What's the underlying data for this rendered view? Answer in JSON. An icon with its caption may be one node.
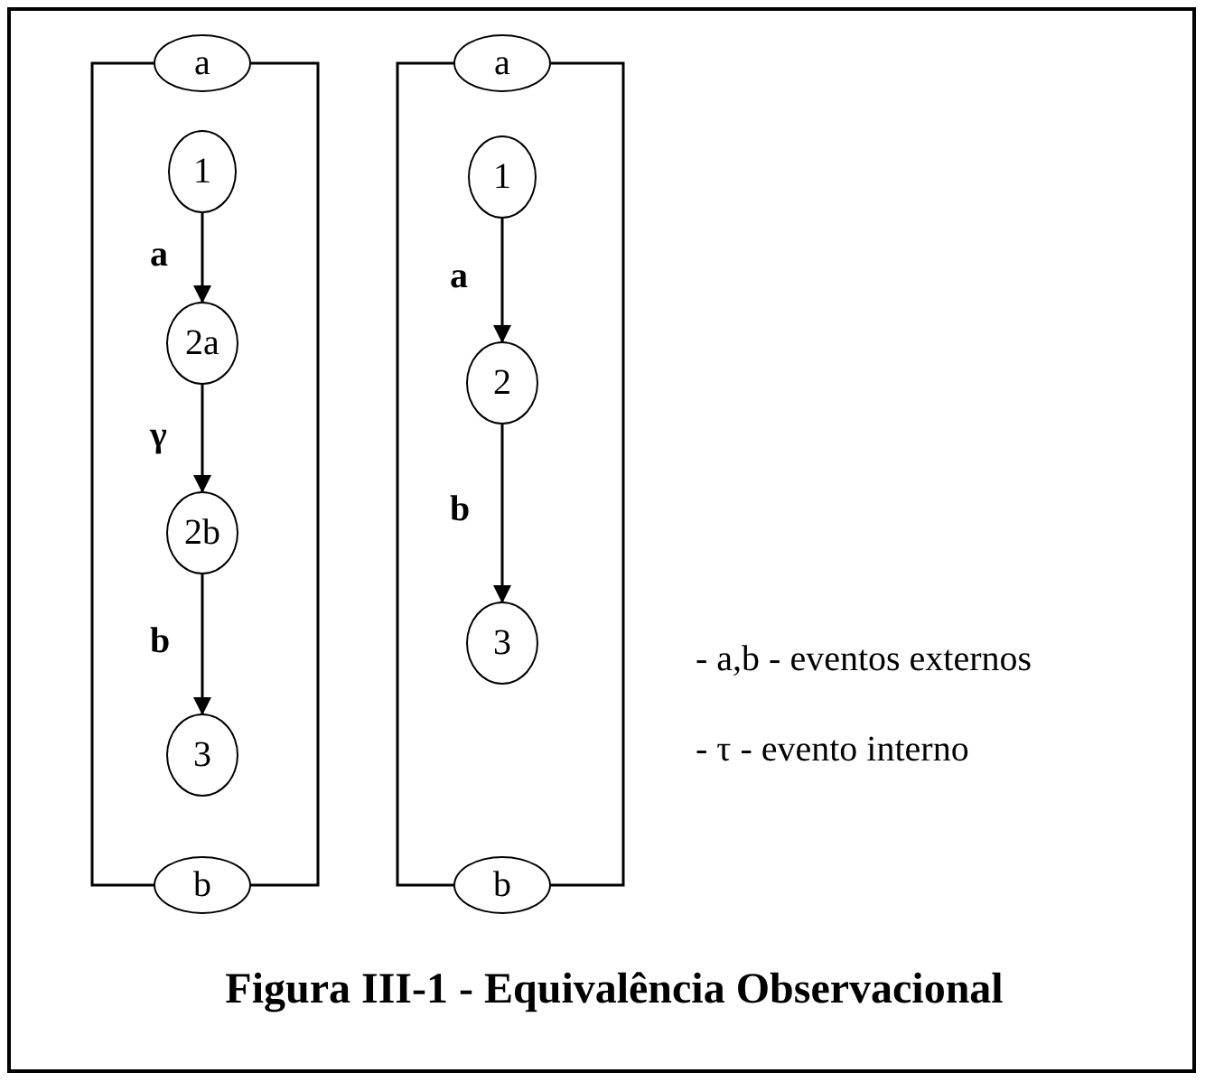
{
  "diagram": {
    "caption": "Figura III-1 - Equivalência Observacional",
    "nodes": [
      {
        "text": [
          "a"
        ]
      },
      {
        "text": [
          "1"
        ]
      },
      {
        "text": [
          "2a"
        ]
      },
      {
        "text": [
          "2b"
        ]
      },
      {
        "text": [
          "3"
        ]
      },
      {
        "text": [
          "b"
        ]
      },
      {
        "text": [
          "a"
        ]
      },
      {
        "text": [
          "1"
        ]
      },
      {
        "text": [
          "2"
        ]
      },
      {
        "text": [
          "3"
        ]
      },
      {
        "text": [
          "b"
        ]
      }
    ],
    "edges": [
      {
        "from": 0,
        "to": 5,
        "arrow": "none"
      },
      {
        "from": 0,
        "to": 5,
        "arrow": "none"
      },
      {
        "from": 1,
        "to": 2,
        "arrow": "to",
        "label": "a"
      },
      {
        "from": 2,
        "to": 3,
        "arrow": "to",
        "label": "γ"
      },
      {
        "from": 3,
        "to": 4,
        "arrow": "to",
        "label": "b"
      },
      {
        "from": 6,
        "to": 10,
        "arrow": "none"
      },
      {
        "from": 6,
        "to": 10,
        "arrow": "none"
      },
      {
        "from": 7,
        "to": 8,
        "arrow": "to",
        "label": "a"
      },
      {
        "from": 8,
        "to": 9,
        "arrow": "to",
        "label": "b"
      }
    ],
    "labels": [
      "- a,b - eventos externos",
      "- τ - evento interno"
    ]
  }
}
